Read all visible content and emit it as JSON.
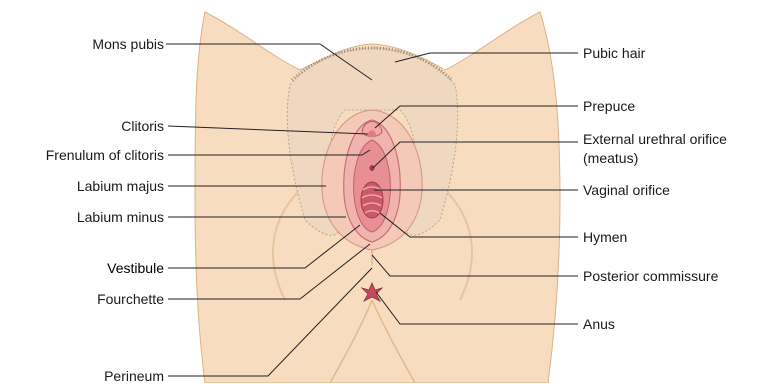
{
  "diagram": {
    "left_labels": [
      {
        "id": "mons-pubis",
        "text": "Mons pubis"
      },
      {
        "id": "clitoris",
        "text": "Clitoris"
      },
      {
        "id": "frenulum-of-clitoris",
        "text": "Frenulum of clitoris"
      },
      {
        "id": "labium-majus",
        "text": "Labium majus"
      },
      {
        "id": "labium-minus",
        "text": "Labium minus"
      },
      {
        "id": "vestibule",
        "text": "Vestibule"
      },
      {
        "id": "fourchette",
        "text": "Fourchette"
      },
      {
        "id": "perineum",
        "text": "Perineum"
      }
    ],
    "right_labels": [
      {
        "id": "pubic-hair",
        "text": "Pubic hair"
      },
      {
        "id": "prepuce",
        "text": "Prepuce"
      },
      {
        "id": "external-urethral-orifice",
        "text": "External urethral orifice"
      },
      {
        "id": "external-urethral-orifice-sub",
        "text": "(meatus)"
      },
      {
        "id": "vaginal-orifice",
        "text": "Vaginal orifice"
      },
      {
        "id": "hymen",
        "text": "Hymen"
      },
      {
        "id": "posterior-commissure",
        "text": "Posterior commissure"
      },
      {
        "id": "anus",
        "text": "Anus"
      }
    ]
  },
  "colors": {
    "skin": "#f7dcbf",
    "skin_shade": "#efc9a2",
    "hair": "#a89a86",
    "labia": "#f1b3ad",
    "inner": "#e88f94",
    "vaginal": "#c95a66",
    "leader": "#222222"
  }
}
